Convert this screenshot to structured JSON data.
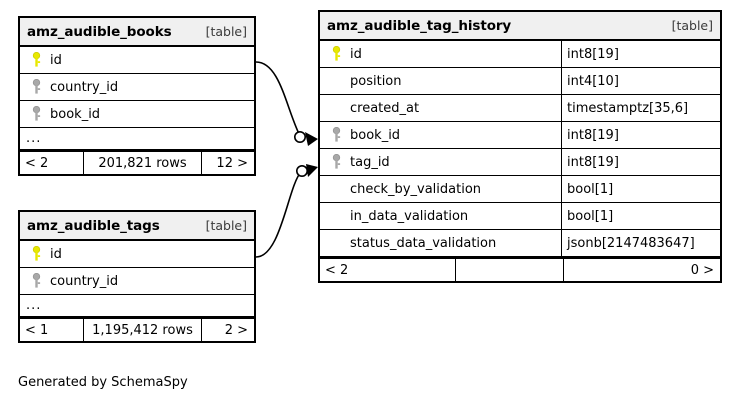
{
  "diagram": {
    "kind_label": "[table]",
    "ellipsis": "...",
    "credit": "Generated by SchemaSpy",
    "colors": {
      "primary_key": "#e8e800",
      "foreign_key": "#a8a8a8",
      "border": "#000000",
      "header_background": "#f0f0f0",
      "background": "#ffffff"
    }
  },
  "tables": [
    {
      "name": "amz_audible_books",
      "kind": "[table]",
      "columns": [
        {
          "label": "id",
          "key": "primary",
          "type": ""
        },
        {
          "label": "country_id",
          "key": "foreign",
          "type": ""
        },
        {
          "label": "book_id",
          "key": "foreign",
          "type": ""
        }
      ],
      "has_ellipsis": true,
      "footer": {
        "left": "< 2",
        "center": "201,821 rows",
        "right": "12 >"
      }
    },
    {
      "name": "amz_audible_tags",
      "kind": "[table]",
      "columns": [
        {
          "label": "id",
          "key": "primary",
          "type": ""
        },
        {
          "label": "country_id",
          "key": "foreign",
          "type": ""
        }
      ],
      "has_ellipsis": true,
      "footer": {
        "left": "< 1",
        "center": "1,195,412 rows",
        "right": "2 >"
      }
    },
    {
      "name": "amz_audible_tag_history",
      "kind": "[table]",
      "columns": [
        {
          "label": "id",
          "key": "primary",
          "type": "int8[19]"
        },
        {
          "label": "position",
          "key": "none",
          "type": "int4[10]"
        },
        {
          "label": "created_at",
          "key": "none",
          "type": "timestamptz[35,6]"
        },
        {
          "label": "book_id",
          "key": "foreign",
          "type": "int8[19]"
        },
        {
          "label": "tag_id",
          "key": "foreign",
          "type": "int8[19]"
        },
        {
          "label": "check_by_validation",
          "key": "none",
          "type": "bool[1]"
        },
        {
          "label": "in_data_validation",
          "key": "none",
          "type": "bool[1]"
        },
        {
          "label": "status_data_validation",
          "key": "none",
          "type": "jsonb[2147483647]"
        }
      ],
      "has_ellipsis": false,
      "footer": {
        "left": "< 2",
        "center": "",
        "right": "0 >"
      }
    }
  ],
  "relationships": [
    {
      "from_table": "amz_audible_books",
      "from_column": "id",
      "to_table": "amz_audible_tag_history",
      "to_column": "book_id"
    },
    {
      "from_table": "amz_audible_tags",
      "from_column": "id",
      "to_table": "amz_audible_tag_history",
      "to_column": "tag_id"
    }
  ]
}
